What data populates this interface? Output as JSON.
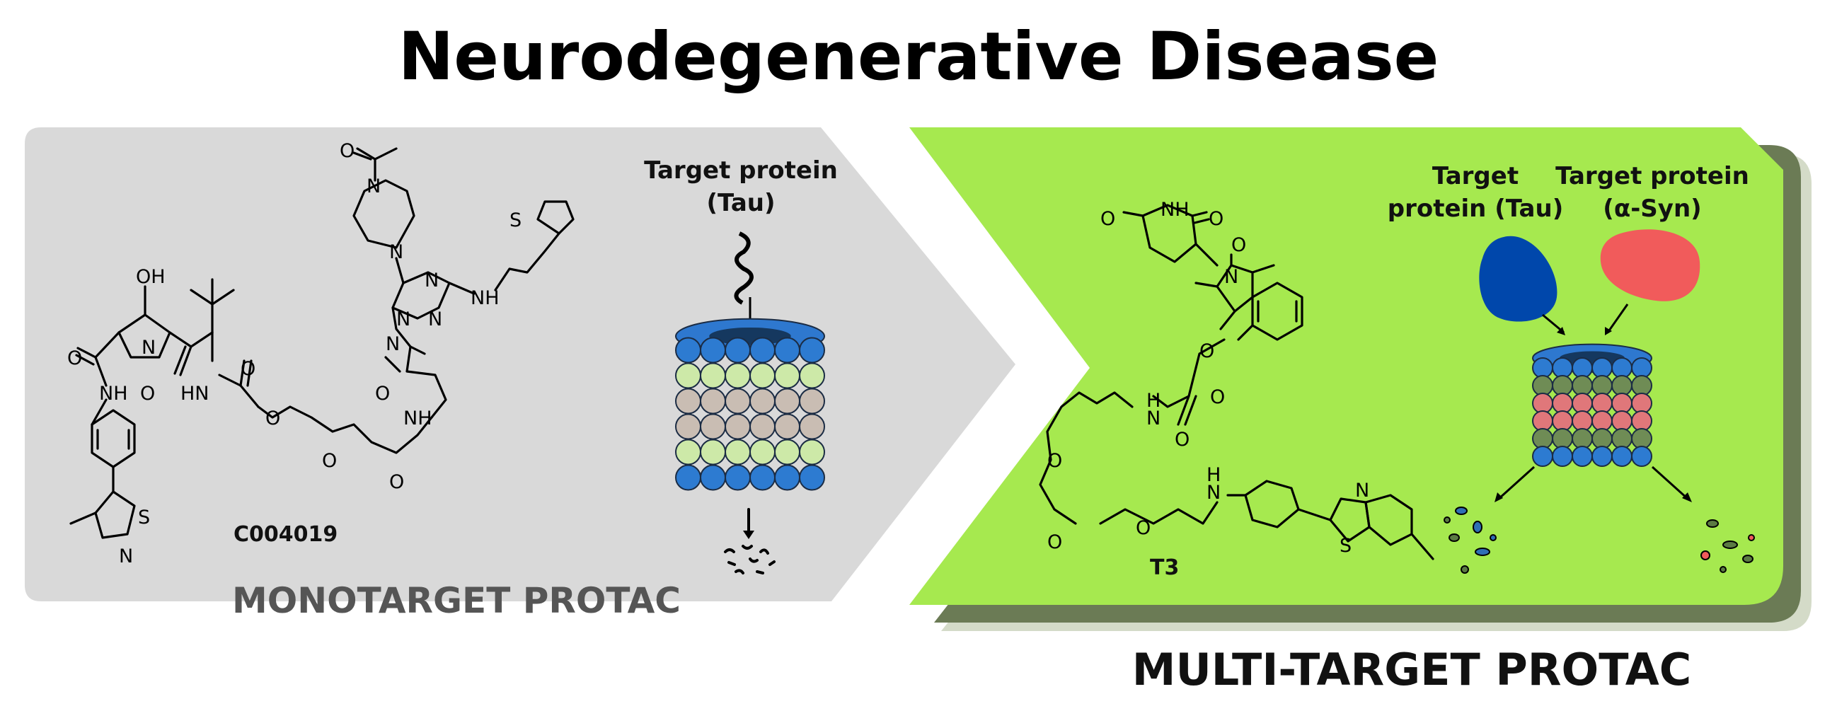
{
  "title": "Neurodegenerative Disease",
  "left_panel": {
    "compound_code": "C004019",
    "target_label_line1": "Target protein",
    "target_label_line2": "(Tau)",
    "caption": "MONOTARGET PROTAC",
    "panel_color": "#d9d9d9"
  },
  "right_panel": {
    "compound_code": "T3",
    "target1_line1": "Target",
    "target1_line2": "protein (Tau)",
    "target2_line1": "Target protein",
    "target2_line2": "(α-Syn)",
    "caption": "MULTI-TARGET PROTAC",
    "panel_color": "#a6e94f",
    "shadow_color": "#6b7b55",
    "tau_color": "#0047ab",
    "syn_color": "#f15b5b"
  },
  "atoms": {
    "oh": "OH",
    "o": "O",
    "n": "N",
    "nh": "NH",
    "hn": "HN",
    "h": "H",
    "s": "S"
  },
  "icons": [
    "proteasome-icon",
    "tau-protein-icon",
    "alpha-syn-protein-icon",
    "degraded-fragments-icon"
  ]
}
